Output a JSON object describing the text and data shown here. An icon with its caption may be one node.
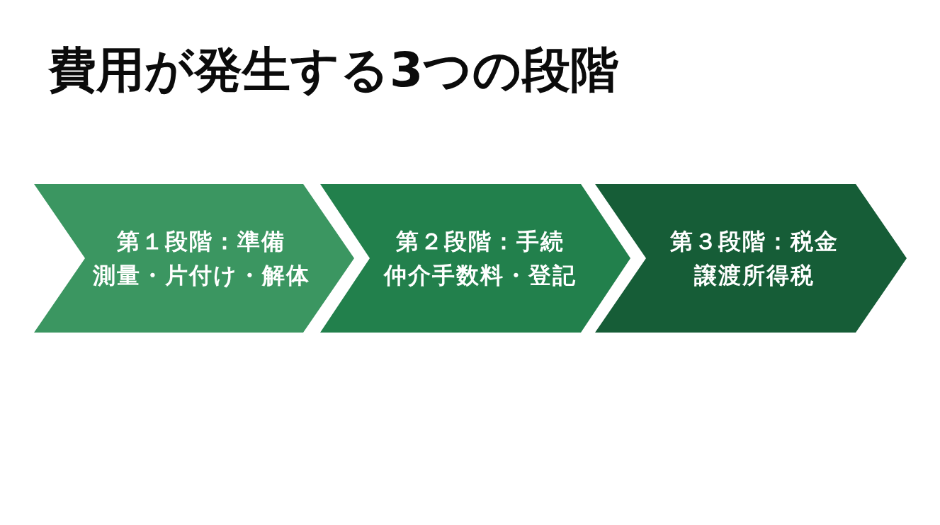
{
  "diagram": {
    "title": "費用が発生する3つの段階",
    "nodes": [
      {
        "text": [
          "第１段階：準備",
          "測量・片付け・解体"
        ]
      },
      {
        "text": [
          "第２段階：手続",
          "仲介手数料・登記"
        ]
      },
      {
        "text": [
          "第３段階：税金",
          "譲渡所得税"
        ]
      }
    ]
  }
}
